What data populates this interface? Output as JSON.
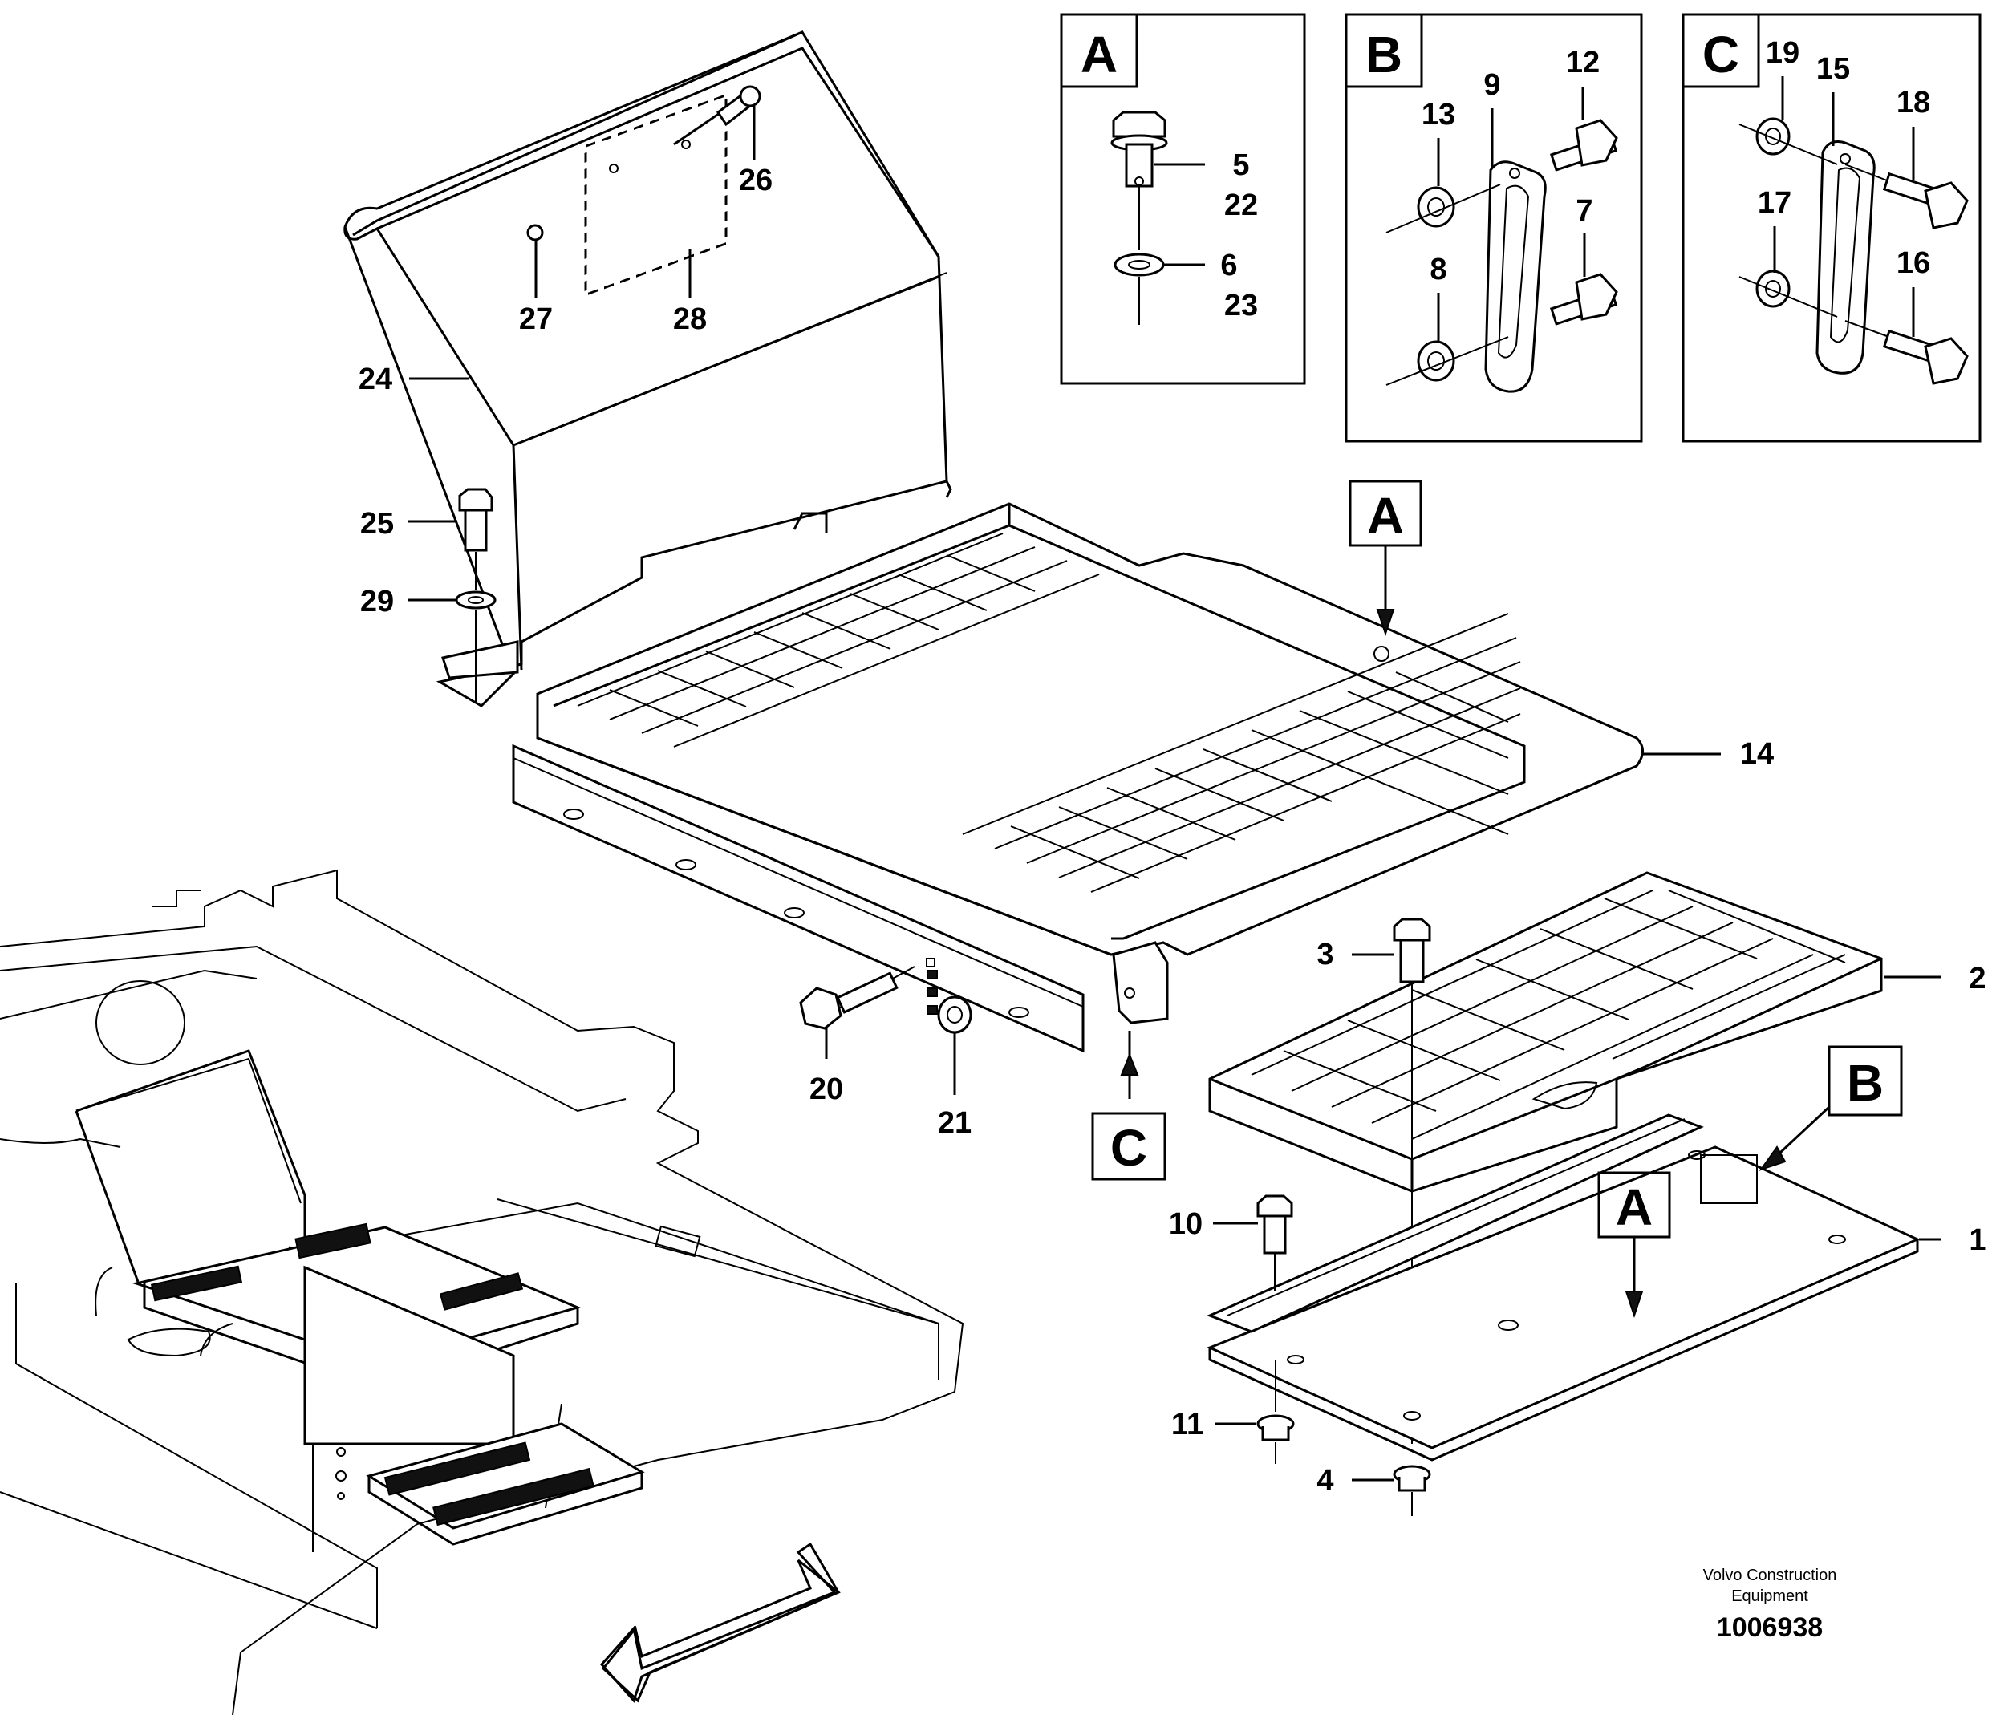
{
  "callouts": {
    "c1": "1",
    "c2": "2",
    "c3": "3",
    "c4": "4",
    "c5": "5",
    "c6": "6",
    "c7": "7",
    "c8": "8",
    "c9": "9",
    "c10": "10",
    "c11": "11",
    "c12": "12",
    "c13": "13",
    "c14": "14",
    "c15": "15",
    "c16": "16",
    "c17": "17",
    "c18": "18",
    "c19": "19",
    "c20": "20",
    "c21": "21",
    "c22": "22",
    "c23": "23",
    "c24": "24",
    "c25": "25",
    "c26": "26",
    "c27": "27",
    "c28": "28",
    "c29": "29"
  },
  "detail_boxes": {
    "a": "A",
    "b": "B",
    "c": "C"
  },
  "view_markers": {
    "a_top": "A",
    "a_lower": "A",
    "b": "B",
    "c": "C"
  },
  "credit": {
    "line1": "Volvo Construction",
    "line2": "Equipment"
  },
  "document_number": "1006938"
}
